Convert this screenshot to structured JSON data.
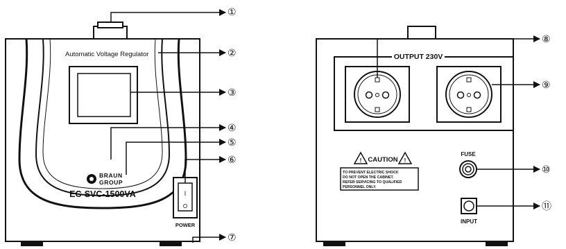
{
  "front": {
    "top_label": "Automatic Voltage Regulator",
    "brand_line1": "BRAUN",
    "brand_line2": "GROUP",
    "model": "EC-SVC-1500VA",
    "power_label": "POWER",
    "switch_on_symbol": "I",
    "switch_off_symbol": "O"
  },
  "back": {
    "output_label": "OUTPUT 230V",
    "caution_title": "CAUTION",
    "caution_lines": [
      "TO PREVENT ELECTRIC SHOCK",
      "DO NOT OPEN THE CABINET.",
      "REFER SERVICING TO QUALIFIED",
      "PERSONNEL ONLY."
    ],
    "fuse_label": "FUSE",
    "input_label": "INPUT"
  },
  "callouts": [
    "①",
    "②",
    "③",
    "④",
    "⑤",
    "⑥",
    "⑦",
    "⑧",
    "⑨",
    "⑩",
    "⑪"
  ]
}
